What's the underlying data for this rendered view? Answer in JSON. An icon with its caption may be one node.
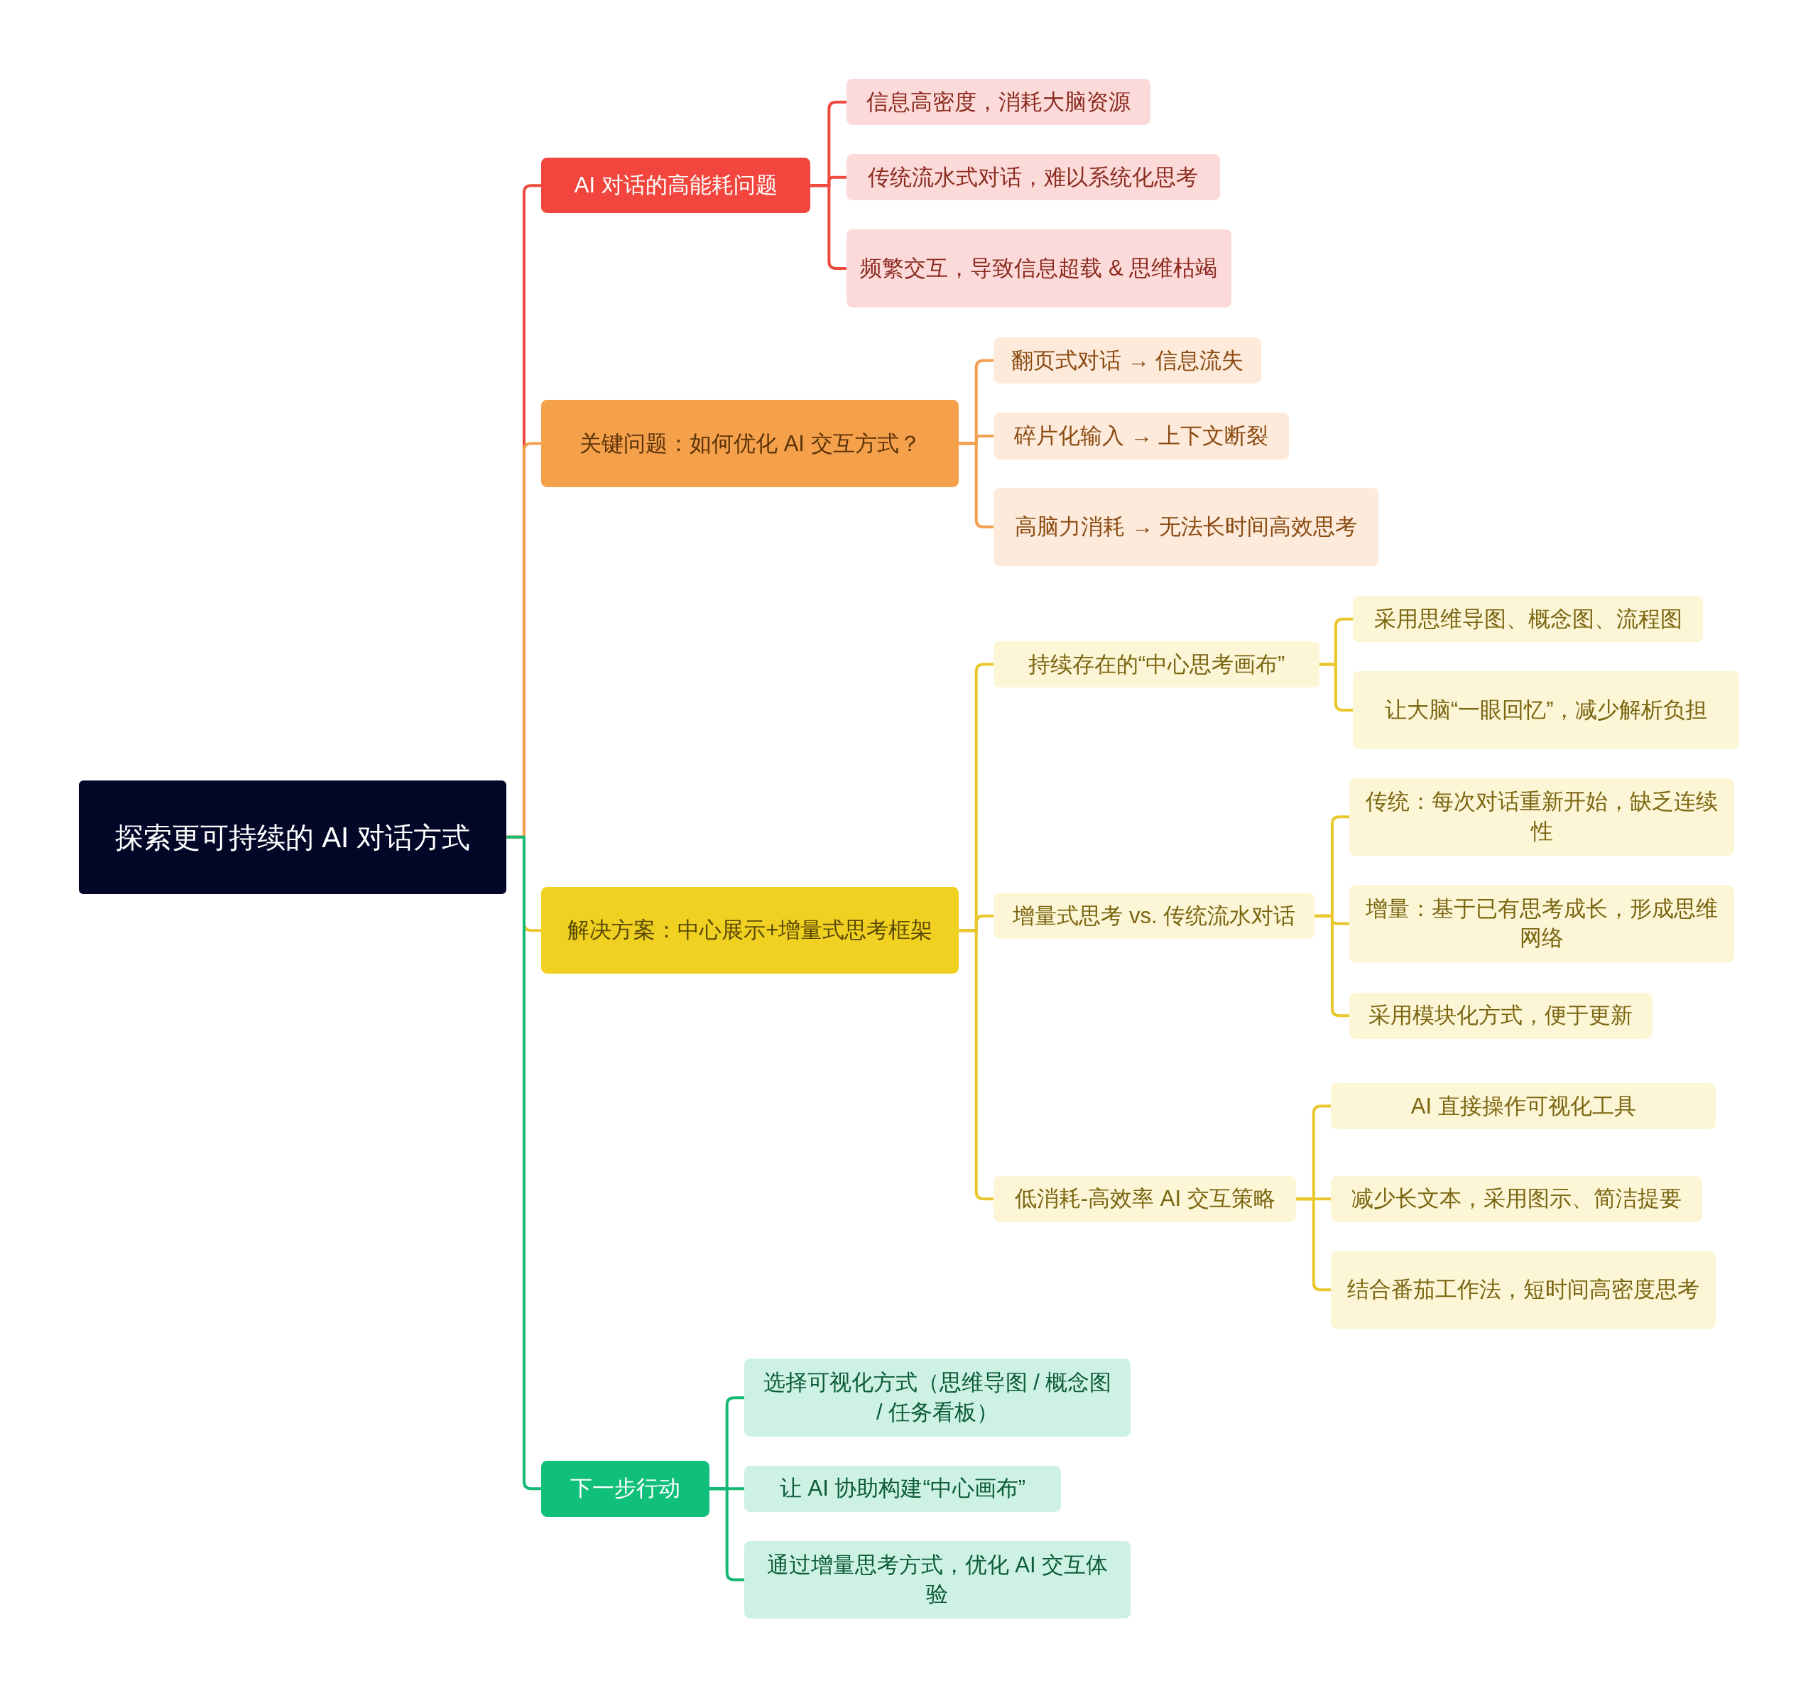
{
  "diagram": {
    "nodes": [
      {
        "text": [
          "探索更可持续的 AI 对话方式"
        ]
      },
      {
        "text": [
          "AI 对话的高能耗问题"
        ]
      },
      {
        "text": [
          "信息高密度，消耗大脑资源"
        ]
      },
      {
        "text": [
          "传统流水式对话，难以系统化思考"
        ]
      },
      {
        "text": [
          "频繁交互，导致信息超载 & 思维枯竭"
        ]
      },
      {
        "text": [
          "关键问题：如何优化 AI 交互方式？"
        ]
      },
      {
        "text": [
          "翻页式对话 → 信息流失"
        ]
      },
      {
        "text": [
          "碎片化输入 → 上下文断裂"
        ]
      },
      {
        "text": [
          "高脑力消耗 → 无法长时间高效思考"
        ]
      },
      {
        "text": [
          "解决方案：中心展示+增量式思考框架"
        ]
      },
      {
        "text": [
          "持续存在的“中心思考画布”"
        ]
      },
      {
        "text": [
          "采用思维导图、概念图、流程图"
        ]
      },
      {
        "text": [
          "让大脑“一眼回忆”，减少解析负担"
        ]
      },
      {
        "text": [
          "增量式思考 vs. 传统流水对话"
        ]
      },
      {
        "text": [
          "传统：每次对话重新开始，缺乏连续性"
        ]
      },
      {
        "text": [
          "增量：基于已有思考成长，形成思维网络"
        ]
      },
      {
        "text": [
          "采用模块化方式，便于更新"
        ]
      },
      {
        "text": [
          "低消耗-高效率 AI 交互策略"
        ]
      },
      {
        "text": [
          "AI 直接操作可视化工具"
        ]
      },
      {
        "text": [
          "减少长文本，采用图示、简洁提要"
        ]
      },
      {
        "text": [
          "结合番茄工作法，短时间高密度思考"
        ]
      },
      {
        "text": [
          "下一步行动"
        ]
      },
      {
        "text": [
          "选择可视化方式（思维导图 / 概念图 / 任务看板）"
        ]
      },
      {
        "text": [
          "让 AI 协助构建“中心画布”"
        ]
      },
      {
        "text": [
          "通过增量思考方式，优化 AI 交互体验"
        ]
      }
    ],
    "edges": [
      {
        "from": 0,
        "to": 1,
        "arrow": "none",
        "color": "#ef4a3f"
      },
      {
        "from": 1,
        "to": 2,
        "arrow": "none",
        "color": "#ef4a3f"
      },
      {
        "from": 1,
        "to": 3,
        "arrow": "none",
        "color": "#ef4a3f"
      },
      {
        "from": 1,
        "to": 4,
        "arrow": "none",
        "color": "#ef4a3f"
      },
      {
        "from": 0,
        "to": 5,
        "arrow": "none",
        "color": "#f2a04e"
      },
      {
        "from": 5,
        "to": 6,
        "arrow": "none",
        "color": "#f2a04e"
      },
      {
        "from": 5,
        "to": 7,
        "arrow": "none",
        "color": "#f2a04e"
      },
      {
        "from": 5,
        "to": 8,
        "arrow": "none",
        "color": "#f2a04e"
      },
      {
        "from": 0,
        "to": 9,
        "arrow": "none"
      },
      {
        "from": 9,
        "to": 10,
        "arrow": "none"
      },
      {
        "from": 10,
        "to": 11,
        "arrow": "none"
      },
      {
        "from": 10,
        "to": 12,
        "arrow": "none"
      },
      {
        "from": 9,
        "to": 13,
        "arrow": "none"
      },
      {
        "from": 13,
        "to": 14,
        "arrow": "none"
      },
      {
        "from": 13,
        "to": 15,
        "arrow": "none"
      },
      {
        "from": 13,
        "to": 16,
        "arrow": "none"
      },
      {
        "from": 9,
        "to": 17,
        "arrow": "none"
      },
      {
        "from": 17,
        "to": 18,
        "arrow": "none"
      },
      {
        "from": 17,
        "to": 19,
        "arrow": "none"
      },
      {
        "from": 17,
        "to": 20,
        "arrow": "none"
      },
      {
        "from": 0,
        "to": 21,
        "arrow": "none",
        "color": "#14b877"
      },
      {
        "from": 21,
        "to": 22,
        "arrow": "none",
        "color": "#14b877"
      },
      {
        "from": 21,
        "to": 23,
        "arrow": "none",
        "color": "#14b877"
      },
      {
        "from": 21,
        "to": 24,
        "arrow": "none",
        "color": "#14b877"
      }
    ]
  }
}
